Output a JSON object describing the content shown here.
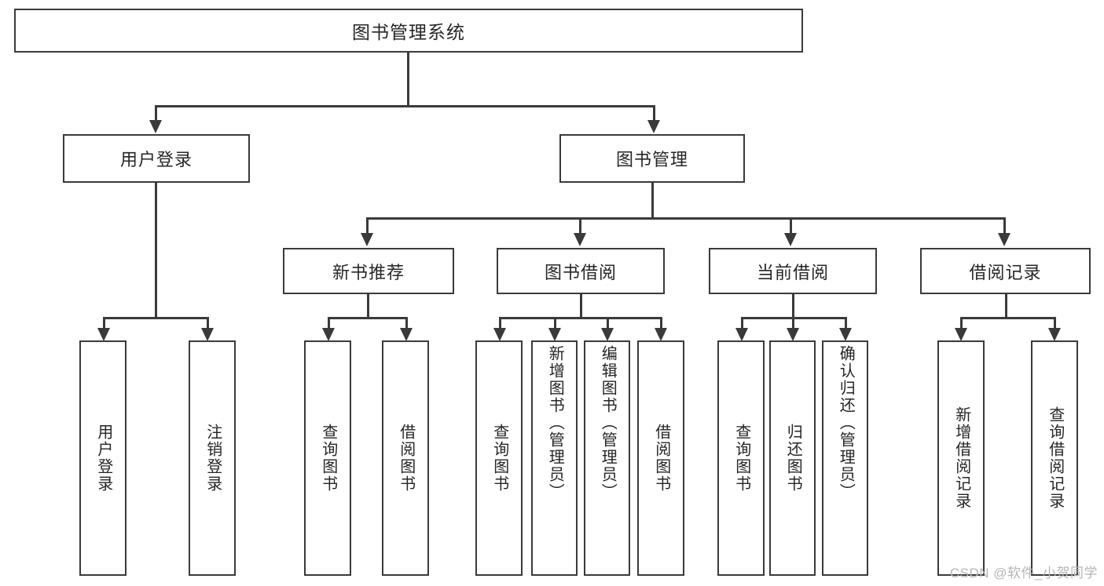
{
  "diagram": {
    "type": "tree-hierarchy",
    "title": "图书管理系统",
    "root": {
      "id": "root",
      "label": "图书管理系统"
    },
    "level1": [
      {
        "id": "user-login",
        "label": "用户登录"
      },
      {
        "id": "book-manage",
        "label": "图书管理"
      }
    ],
    "level2": [
      {
        "id": "new-book-rec",
        "label": "新书推荐",
        "parent": "book-manage"
      },
      {
        "id": "book-borrow",
        "label": "图书借阅",
        "parent": "book-manage"
      },
      {
        "id": "current-borrow",
        "label": "当前借阅",
        "parent": "book-manage"
      },
      {
        "id": "borrow-record",
        "label": "借阅记录",
        "parent": "book-manage"
      }
    ],
    "leaves": [
      {
        "id": "leaf-user-login",
        "label": "用户登录",
        "parent": "user-login"
      },
      {
        "id": "leaf-logout",
        "label": "注销登录",
        "parent": "user-login"
      },
      {
        "id": "leaf-query-book-1",
        "label": "查询图书",
        "parent": "new-book-rec"
      },
      {
        "id": "leaf-borrow-book-1",
        "label": "借阅图书",
        "parent": "new-book-rec"
      },
      {
        "id": "leaf-query-book-2",
        "label": "查询图书",
        "parent": "book-borrow"
      },
      {
        "id": "leaf-add-book",
        "label": "新增图书（管理员）",
        "parent": "book-borrow"
      },
      {
        "id": "leaf-edit-book",
        "label": "编辑图书（管理员）",
        "parent": "book-borrow"
      },
      {
        "id": "leaf-borrow-book-2",
        "label": "借阅图书",
        "parent": "book-borrow"
      },
      {
        "id": "leaf-query-book-3",
        "label": "查询图书",
        "parent": "current-borrow"
      },
      {
        "id": "leaf-return-book",
        "label": "归还图书",
        "parent": "current-borrow"
      },
      {
        "id": "leaf-confirm-return",
        "label": "确认归还（管理员）",
        "parent": "current-borrow"
      },
      {
        "id": "leaf-add-record",
        "label": "新增借阅记录",
        "parent": "borrow-record"
      },
      {
        "id": "leaf-query-record",
        "label": "查询借阅记录",
        "parent": "borrow-record"
      }
    ],
    "colors": {
      "stroke": "#3a3a3a",
      "fill": "#ffffff",
      "text": "#262626",
      "watermark": "#b6b6b6"
    }
  },
  "watermark": {
    "text": "CSDN @软件_小贺同学"
  }
}
